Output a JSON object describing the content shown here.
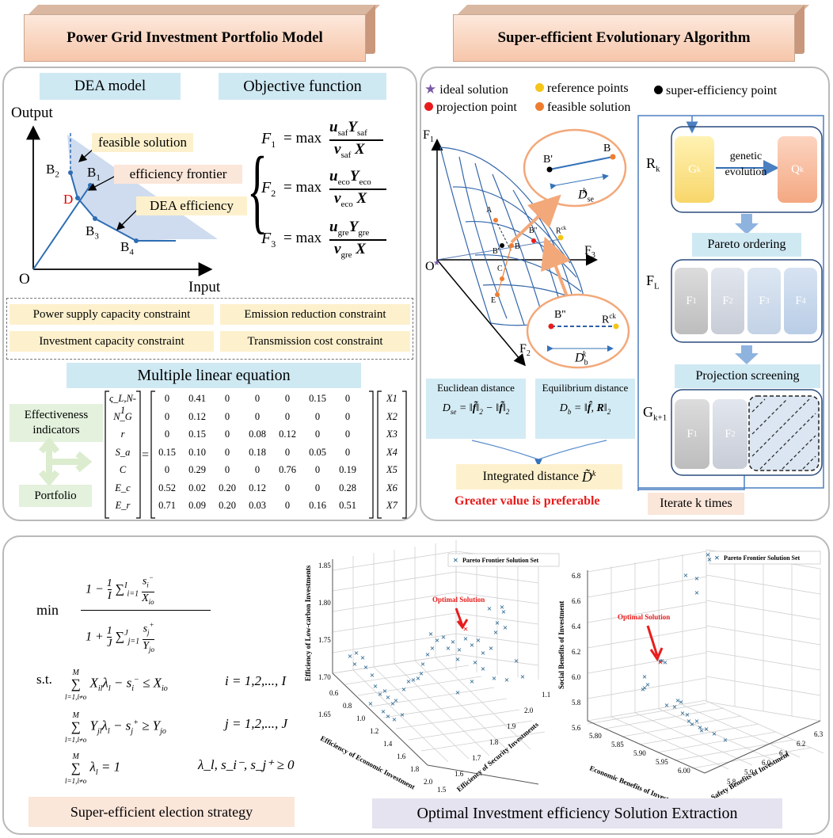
{
  "headers": {
    "left": "Power Grid Investment Portfolio Model",
    "right": "Super-efficient Evolutionary Algorithm"
  },
  "dea": {
    "title": "DEA model",
    "output": "Output",
    "input": "Input",
    "origin": "O",
    "feasible": "feasible solution",
    "frontier": "efficiency frontier",
    "efficiency": "DEA efficiency",
    "points": {
      "b1": "B1",
      "b2": "B2",
      "b3": "B3",
      "b4": "B4",
      "d": "D"
    }
  },
  "objective": {
    "title": "Objective function",
    "f1": {
      "lhs": "F1",
      "num": "u_saf Y_saf",
      "den": "v_saf X"
    },
    "f2": {
      "lhs": "F2",
      "num": "u_eco Y_eco",
      "den": "v_eco X"
    },
    "f3": {
      "lhs": "F3",
      "num": "u_gre Y_gre",
      "den": "v_gre X"
    },
    "max": "= max"
  },
  "constraints": [
    "Power supply capacity constraint",
    "Emission reduction constraint",
    "Investment capacity constraint",
    "Transmission cost constraint"
  ],
  "linear": {
    "title": "Multiple linear equation",
    "effectiveness": "Effectiveness indicators",
    "portfolio": "Portfolio",
    "rows": [
      "ς_L,N-1",
      "N_G",
      "r",
      "S_a",
      "C",
      "E_c",
      "E_r"
    ],
    "cols": [
      "X1",
      "X2",
      "X3",
      "X4",
      "X5",
      "X6",
      "X7"
    ],
    "matrix": [
      [
        "0",
        "0.41",
        "0",
        "0",
        "0",
        "0.15",
        "0"
      ],
      [
        "0",
        "0.12",
        "0",
        "0",
        "0",
        "0",
        "0"
      ],
      [
        "0",
        "0.15",
        "0",
        "0.08",
        "0.12",
        "0",
        "0"
      ],
      [
        "0.15",
        "0.10",
        "0",
        "0.18",
        "0",
        "0.05",
        "0"
      ],
      [
        "0",
        "0.29",
        "0",
        "0",
        "0.76",
        "0",
        "0.19"
      ],
      [
        "0.52",
        "0.02",
        "0.20",
        "0.12",
        "0",
        "0",
        "0.28"
      ],
      [
        "0.71",
        "0.09",
        "0.20",
        "0.03",
        "0",
        "0.16",
        "0.51"
      ]
    ]
  },
  "algo": {
    "legend": {
      "ideal": "ideal solution",
      "reference": "reference points",
      "super": "super-efficiency point",
      "projection": "projection point",
      "feasible": "feasible solution"
    },
    "axes": {
      "f1": "F1",
      "f2": "F2",
      "f3": "F3",
      "o": "O"
    },
    "points": {
      "a": "A",
      "b": "B",
      "bp": "B'",
      "bpp": "B''",
      "c": "C",
      "e": "E",
      "rck": "Rck"
    },
    "zoom1": {
      "b": "B",
      "bp": "B'",
      "d": "D_se^k"
    },
    "zoom2": {
      "bpp": "B''",
      "rck": "Rck",
      "d": "D_b^k"
    },
    "euclid": "Euclidean distance",
    "equil": "Equilibrium distance",
    "integrated": "Integrated distance",
    "greater": "Greater value is preferable",
    "rk": "Rk",
    "gk": "Gk",
    "qk": "Qk",
    "genetic": "genetic evolution",
    "pareto": "Pareto ordering",
    "fl": "FL",
    "f_boxes": [
      "F1",
      "F2",
      "F3",
      "F4"
    ],
    "projection_screening": "Projection screening",
    "gk1": "Gk+1",
    "g_boxes": [
      "F1",
      "F2"
    ],
    "iterate": "Iterate k times"
  },
  "election": {
    "min": "min",
    "st": "s.t.",
    "label": "Super-efficient election strategy",
    "c1_idx": "i = 1,2,..., I",
    "c2_idx": "j = 1,2,..., J",
    "c3_rhs": "λ_l, s_i⁻, s_j⁺ ≥ 0"
  },
  "extraction": {
    "label": "Optimal Investment efficiency Solution Extraction"
  },
  "chart_data": [
    {
      "type": "scatter",
      "title": "",
      "legend": "Pareto Frontier Solution Set",
      "annotation": "Optimal Solution",
      "xlabel": "Efficiency of Economic Investment",
      "ylabel": "Efficiency of Security Investments",
      "zlabel": "Efficiency of Low-carbon Investments",
      "x_ticks": [
        "0.6",
        "0.8",
        "1.0",
        "1.2",
        "1.4",
        "1.6",
        "1.8",
        "2.0"
      ],
      "y_ticks": [
        "1.5",
        "1.6",
        "1.7",
        "1.8",
        "1.9",
        "2.0",
        "1.1"
      ],
      "z_ticks": [
        "1.65",
        "1.70",
        "1.75",
        "1.80",
        "1.85"
      ],
      "zlim": [
        1.63,
        1.86
      ]
    },
    {
      "type": "scatter",
      "title": "",
      "legend": "Pareto Frontier Solution Set",
      "annotation": "Optimal Solution",
      "xlabel": "Economic Benefits of Investment",
      "ylabel": "Safety Benefits of Investment",
      "zlabel": "Social Benefits of Investment",
      "x_ticks": [
        "5.80",
        "5.85",
        "5.90",
        "5.95",
        "6.00"
      ],
      "y_ticks": [
        "5.8",
        "5.9",
        "6.0",
        "6.1",
        "6.2",
        "6.3"
      ],
      "z_ticks": [
        "5.6",
        "5.8",
        "6.0",
        "6.2",
        "6.4",
        "6.6",
        "6.8"
      ],
      "zlim": [
        5.6,
        6.85
      ]
    }
  ]
}
